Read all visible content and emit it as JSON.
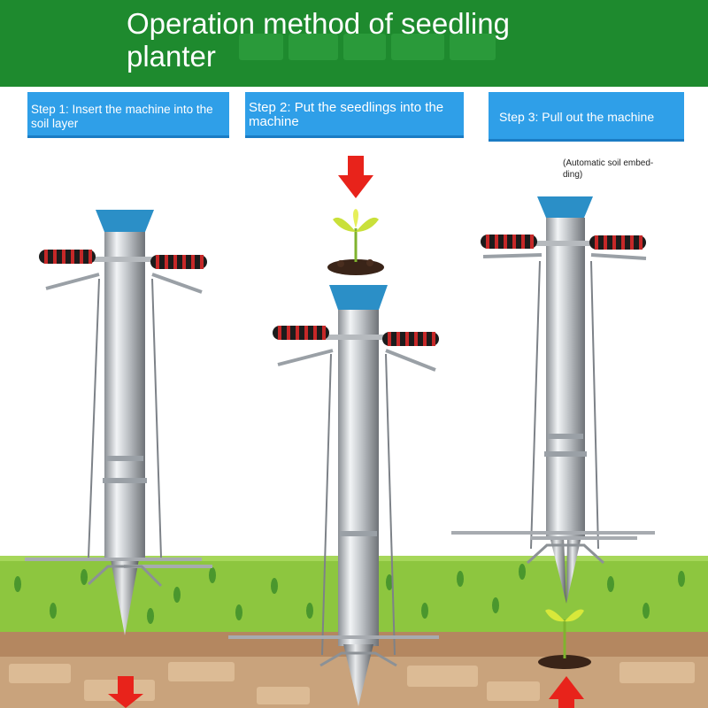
{
  "header": {
    "title": "Operation method of seedling planter",
    "bg_color": "#1e8a2e"
  },
  "steps": [
    {
      "label": "Step 1: Insert the machine into the soil layer"
    },
    {
      "label": "Step 2: Put the seedlings into the machine"
    },
    {
      "label": "Step 3: Pull out the machine"
    }
  ],
  "note": "(Automatic soil embed-ding)",
  "colors": {
    "step_box": "#2f9fe8",
    "grass": "#8dc63f",
    "soil": "#c9a37c",
    "arrow": "#e8231b",
    "funnel": "#2b8fc7",
    "handle": "#d02a2a"
  },
  "icons": [
    "down-arrow-icon",
    "up-arrow-icon",
    "seedling-icon"
  ]
}
